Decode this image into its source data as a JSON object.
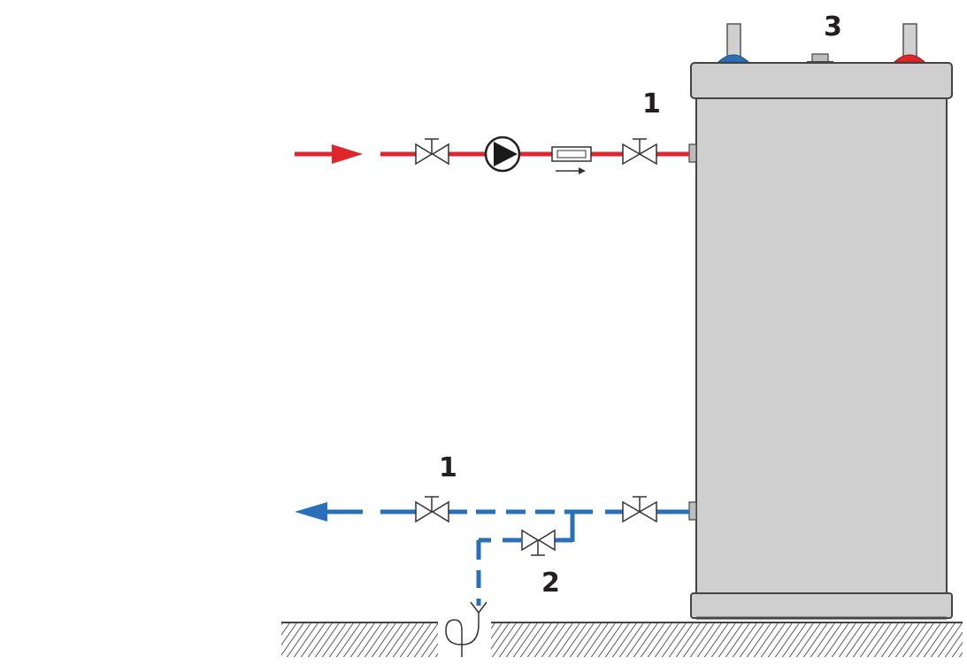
{
  "labels": {
    "flow_valve_top": "1",
    "flow_valve_bottom": "1",
    "drain_valve": "2",
    "top_port": "3"
  },
  "colors": {
    "hot_pipe": "#e0252b",
    "cold_pipe": "#2a70b8",
    "tank_body": "#cfcfcf",
    "tank_outline": "#444444",
    "hot_collar": "#e0252b",
    "cold_collar": "#2a70b8",
    "valve_outline": "#333333",
    "ground_hatch": "#555555"
  },
  "icons": {
    "pump": "circulation-pump-icon",
    "filter": "inline-filter-icon",
    "valve": "shutoff-valve-icon",
    "drain": "siphon-drain-icon"
  }
}
